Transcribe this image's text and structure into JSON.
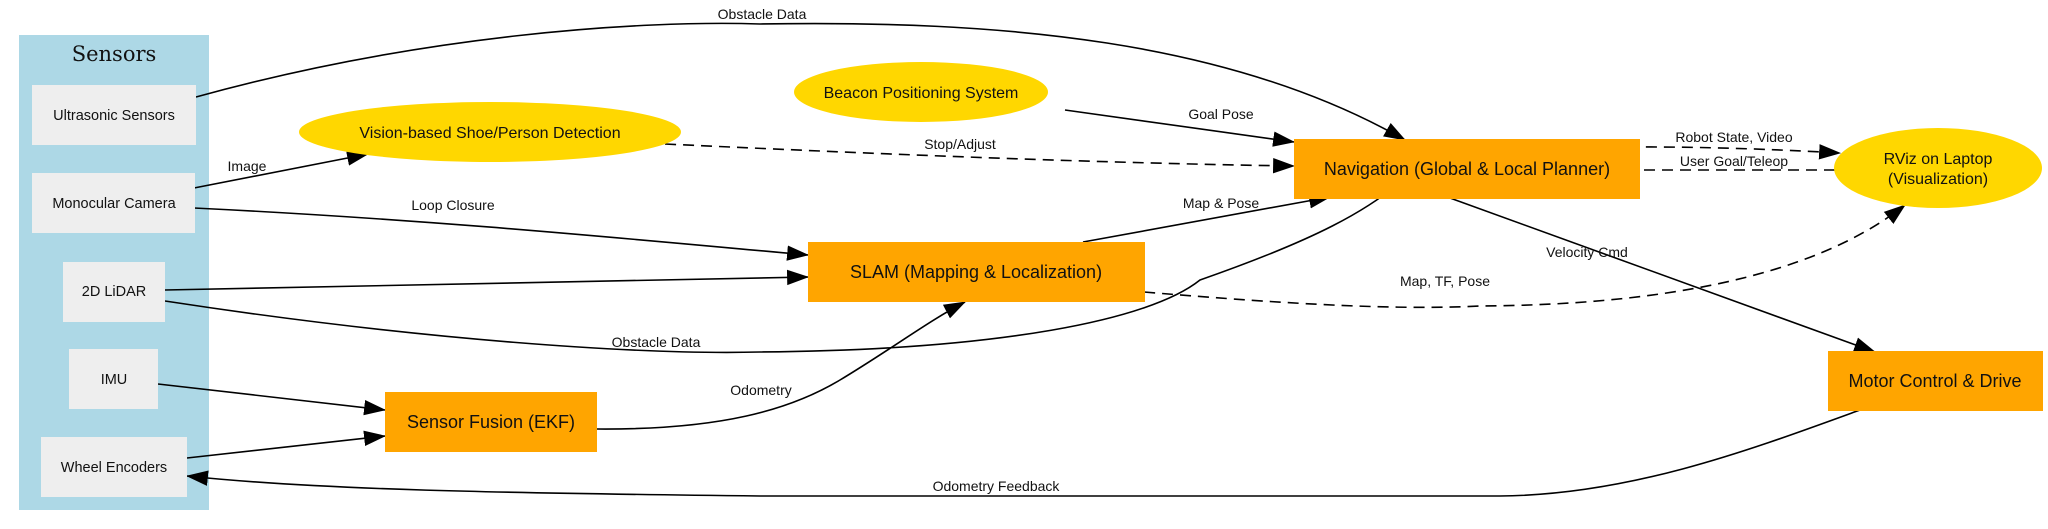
{
  "diagram": {
    "type": "flowchart",
    "colors": {
      "cluster_fill": "#add8e6",
      "sensor_fill": "#eeeeee",
      "process_fill": "#ffa500",
      "ellipse_fill": "#ffd700",
      "edge": "#000000",
      "background": "#ffffff"
    },
    "cluster": {
      "title": "Sensors"
    },
    "nodes": {
      "ultrasonic": "Ultrasonic Sensors",
      "camera": "Monocular Camera",
      "lidar": "2D LiDAR",
      "imu": "IMU",
      "encoders": "Wheel Encoders",
      "vision": "Vision-based Shoe/Person Detection",
      "beacon": "Beacon Positioning System",
      "slam": "SLAM (Mapping & Localization)",
      "fusion": "Sensor Fusion (EKF)",
      "navigation": "Navigation (Global & Local Planner)",
      "rviz_line1": "RViz on Laptop",
      "rviz_line2": "(Visualization)",
      "motor": "Motor Control & Drive"
    },
    "edges": [
      {
        "from": "Ultrasonic Sensors",
        "to": "Navigation (Global & Local Planner)",
        "label": "Obstacle Data",
        "style": "solid"
      },
      {
        "from": "Monocular Camera",
        "to": "Vision-based Shoe/Person Detection",
        "label": "Image",
        "style": "solid"
      },
      {
        "from": "Monocular Camera",
        "to": "SLAM (Mapping & Localization)",
        "label": "Loop Closure",
        "style": "solid"
      },
      {
        "from": "2D LiDAR",
        "to": "SLAM (Mapping & Localization)",
        "label": "",
        "style": "solid"
      },
      {
        "from": "2D LiDAR",
        "to": "Navigation (Global & Local Planner)",
        "label": "Obstacle Data",
        "style": "solid"
      },
      {
        "from": "IMU",
        "to": "Sensor Fusion (EKF)",
        "label": "",
        "style": "solid"
      },
      {
        "from": "Wheel Encoders",
        "to": "Sensor Fusion (EKF)",
        "label": "",
        "style": "solid"
      },
      {
        "from": "Sensor Fusion (EKF)",
        "to": "SLAM (Mapping & Localization)",
        "label": "Odometry",
        "style": "solid"
      },
      {
        "from": "Vision-based Shoe/Person Detection",
        "to": "Navigation (Global & Local Planner)",
        "label": "Stop/Adjust",
        "style": "dashed"
      },
      {
        "from": "Beacon Positioning System",
        "to": "Navigation (Global & Local Planner)",
        "label": "Goal Pose",
        "style": "solid"
      },
      {
        "from": "SLAM (Mapping & Localization)",
        "to": "Navigation (Global & Local Planner)",
        "label": "Map & Pose",
        "style": "solid"
      },
      {
        "from": "SLAM (Mapping & Localization)",
        "to": "RViz on Laptop (Visualization)",
        "label": "Map, TF, Pose",
        "style": "dashed"
      },
      {
        "from": "Navigation (Global & Local Planner)",
        "to": "RViz on Laptop (Visualization)",
        "label": "Robot State, Video",
        "style": "dashed"
      },
      {
        "from": "RViz on Laptop (Visualization)",
        "to": "Navigation (Global & Local Planner)",
        "label": "User Goal/Teleop",
        "style": "dashed"
      },
      {
        "from": "Navigation (Global & Local Planner)",
        "to": "Motor Control & Drive",
        "label": "Velocity Cmd",
        "style": "solid"
      },
      {
        "from": "Motor Control & Drive",
        "to": "Wheel Encoders",
        "label": "Odometry Feedback",
        "style": "solid"
      }
    ],
    "edge_labels": {
      "obstacle_top": "Obstacle Data",
      "image": "Image",
      "loop_closure": "Loop Closure",
      "obstacle_bottom": "Obstacle Data",
      "odometry": "Odometry",
      "stop_adjust": "Stop/Adjust",
      "goal_pose": "Goal Pose",
      "map_pose": "Map & Pose",
      "map_tf_pose": "Map, TF, Pose",
      "robot_state": "Robot State, Video",
      "user_goal": "User Goal/Teleop",
      "velocity_cmd": "Velocity Cmd",
      "odometry_feedback": "Odometry Feedback"
    }
  }
}
